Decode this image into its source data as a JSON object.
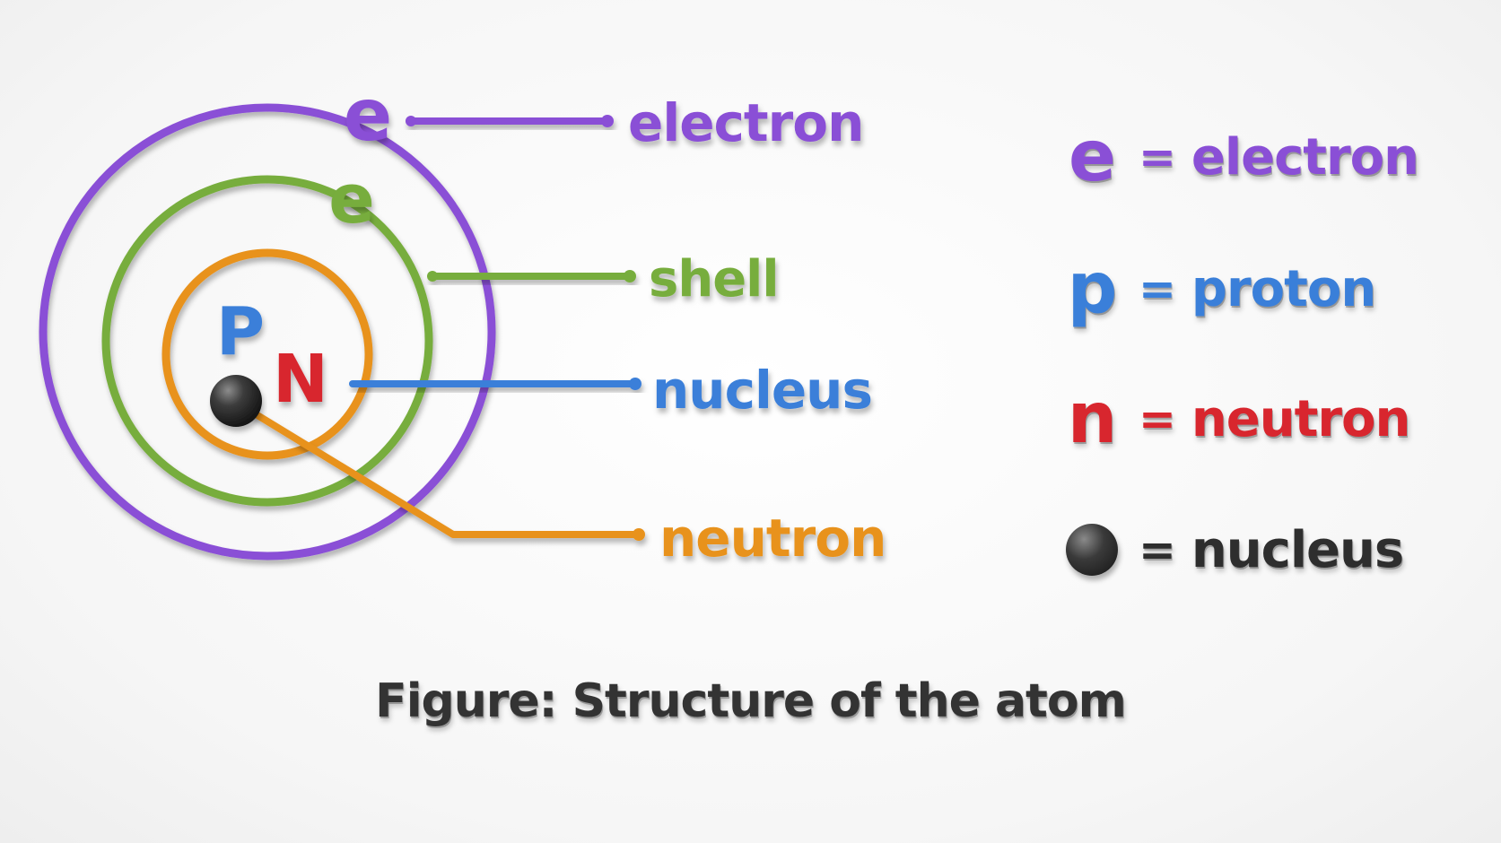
{
  "colors": {
    "electron": "#8a4fd6",
    "shell": "#77ad3c",
    "proton": "#3a7fd9",
    "neutron_red": "#d8262e",
    "neutron_orange": "#e8921c",
    "nucleus": "#2e2e2e"
  },
  "atom": {
    "symbols": {
      "electron": "e",
      "proton": "P",
      "neutron": "N"
    }
  },
  "callouts": {
    "electron": "electron",
    "shell": "shell",
    "nucleus": "nucleus",
    "neutron": "neutron"
  },
  "legend": [
    {
      "symbol": "e",
      "equals": "=",
      "meaning": "electron",
      "color": "#8a4fd6"
    },
    {
      "symbol": "p",
      "equals": "=",
      "meaning": "proton",
      "color": "#3a7fd9"
    },
    {
      "symbol": "n",
      "equals": "=",
      "meaning": "neutron",
      "color": "#d8262e"
    },
    {
      "symbol": "ball-icon",
      "equals": "=",
      "meaning": "nucleus",
      "color": "#2e2e2e"
    }
  ],
  "caption": "Figure: Structure of the atom"
}
